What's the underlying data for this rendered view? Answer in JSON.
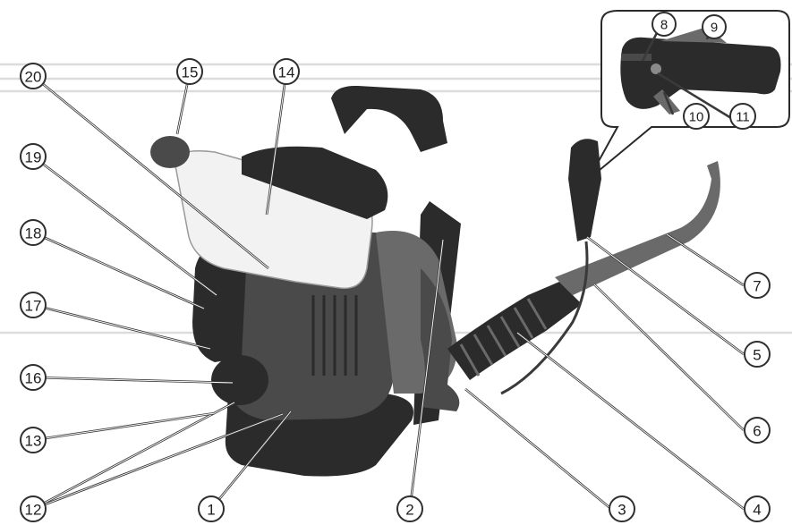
{
  "image": {
    "description": "Line drawing of a backpack leaf blower with numbered callouts identifying its parts; inset shows the control handle."
  },
  "callouts": [
    {
      "number": "1"
    },
    {
      "number": "2"
    },
    {
      "number": "3"
    },
    {
      "number": "4"
    },
    {
      "number": "5"
    },
    {
      "number": "6"
    },
    {
      "number": "7"
    },
    {
      "number": "8"
    },
    {
      "number": "9"
    },
    {
      "number": "10"
    },
    {
      "number": "11"
    },
    {
      "number": "12"
    },
    {
      "number": "13"
    },
    {
      "number": "14"
    },
    {
      "number": "15"
    },
    {
      "number": "16"
    },
    {
      "number": "17"
    },
    {
      "number": "18"
    },
    {
      "number": "19"
    },
    {
      "number": "20"
    }
  ],
  "colors": {
    "line": "#2f2f2f",
    "body": "#4a4a4a",
    "tank": "#f2f2f2",
    "background": "#ffffff"
  }
}
